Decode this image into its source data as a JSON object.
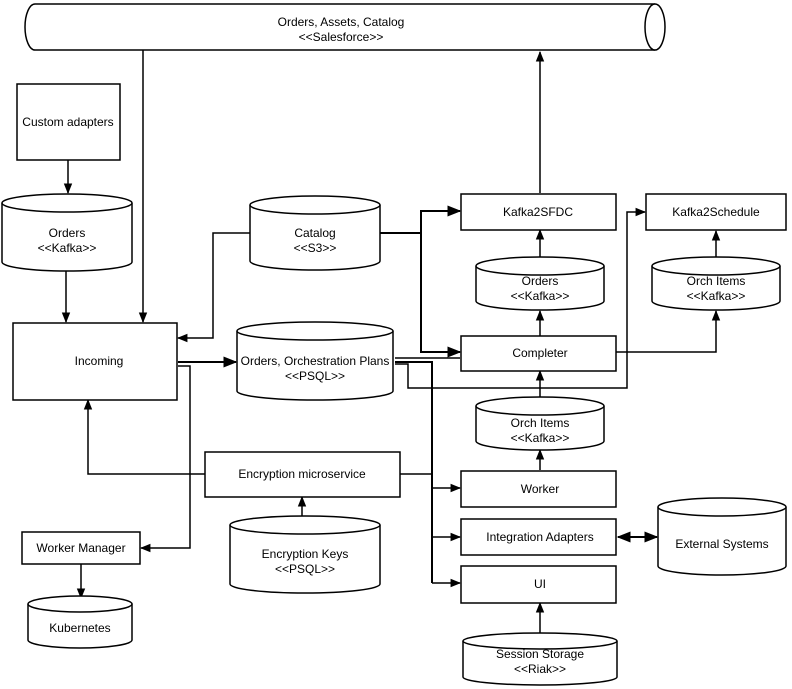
{
  "salesforce": {
    "line1": "Orders, Assets, Catalog",
    "line2": "<<Salesforce>>"
  },
  "custom_adapters": {
    "label": "Custom adapters"
  },
  "orders_kafka_left": {
    "line1": "Orders",
    "line2": "<<Kafka>>"
  },
  "catalog": {
    "line1": "Catalog",
    "line2": "<<S3>>"
  },
  "incoming": {
    "label": "Incoming"
  },
  "orders_psql": {
    "line1": "Orders, Orchestration Plans",
    "line2": "<<PSQL>>"
  },
  "kafka2sfdc": {
    "label": "Kafka2SFDC"
  },
  "kafka2schedule": {
    "label": "Kafka2Schedule"
  },
  "orders_kafka_right": {
    "line1": "Orders",
    "line2": "<<Kafka>>"
  },
  "orch_items_kafka_top": {
    "line1": "Orch Items",
    "line2": "<<Kafka>>"
  },
  "completer": {
    "label": "Completer"
  },
  "orch_items_kafka_mid": {
    "line1": "Orch Items",
    "line2": "<<Kafka>>"
  },
  "encryption_ms": {
    "label": "Encryption microservice"
  },
  "worker": {
    "label": "Worker"
  },
  "encryption_keys": {
    "line1": "Encryption Keys",
    "line2": "<<PSQL>>"
  },
  "worker_manager": {
    "label": "Worker Manager"
  },
  "integration_adapters": {
    "label": "Integration Adapters"
  },
  "external_systems": {
    "label": "External Systems"
  },
  "ui": {
    "label": "UI"
  },
  "kubernetes": {
    "label": "Kubernetes"
  },
  "session_storage": {
    "line1": "Session Storage",
    "line2": "<<Riak>>"
  }
}
